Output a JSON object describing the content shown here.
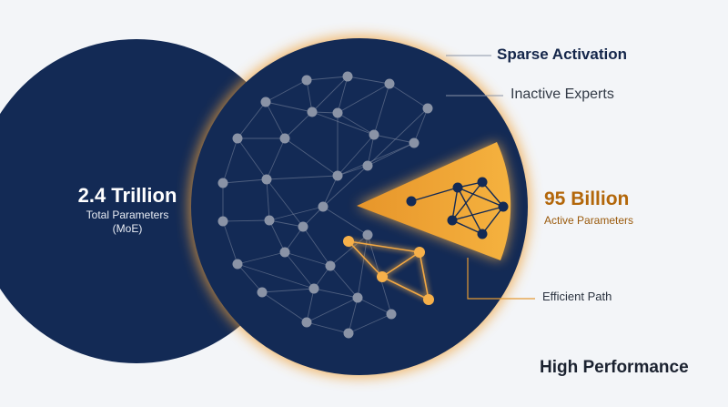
{
  "callouts": {
    "sparse_activation": "Sparse Activation",
    "inactive_experts": "Inactive Experts",
    "efficient_path": "Efficient Path"
  },
  "total": {
    "value": "2.4 Trillion",
    "label_line1": "Total Parameters",
    "label_line2": "(MoE)"
  },
  "active": {
    "value": "95 Billion",
    "label": "Active Parameters"
  },
  "footer": {
    "high_performance": "High Performance"
  },
  "colors": {
    "background": "#f3f5f8",
    "circle_navy": "#132a55",
    "inactive_node": "#8a93a6",
    "active_orange": "#f0a23a",
    "glow": "#f6b04a"
  }
}
